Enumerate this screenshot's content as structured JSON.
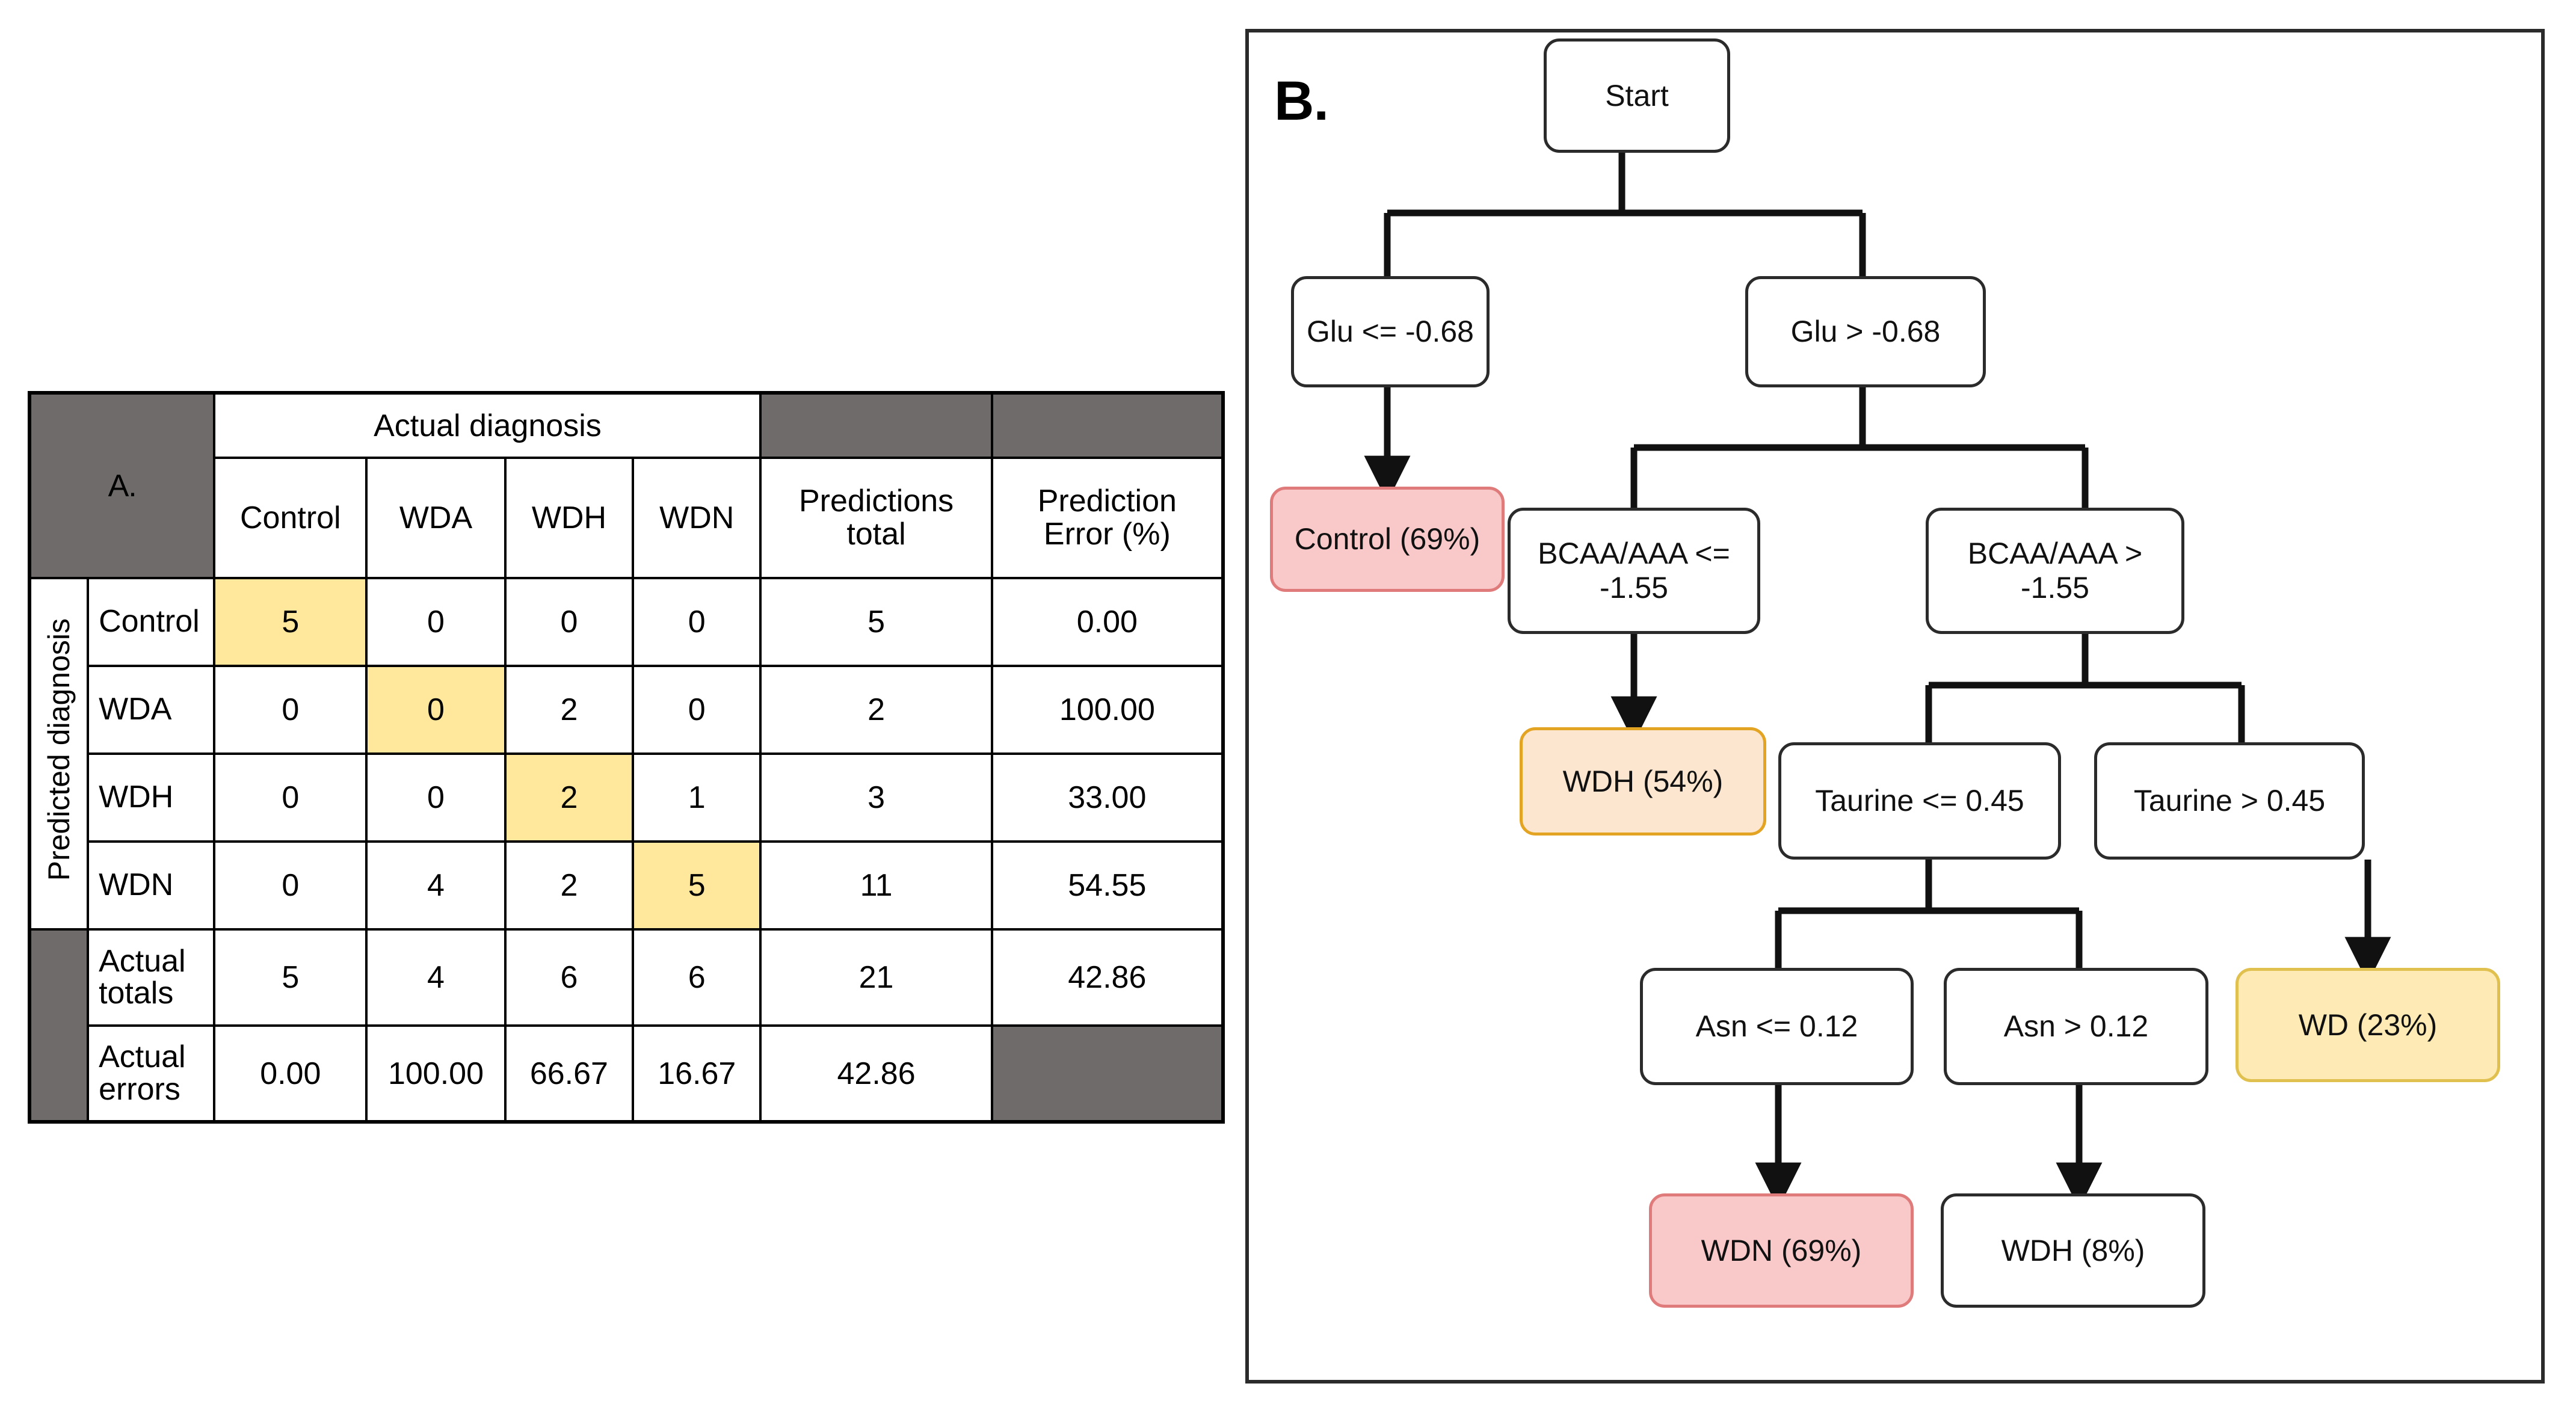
{
  "figure": {
    "panel_a_letter": "A.",
    "panel_b_letter": "B."
  },
  "colors": {
    "header_grey": "#6f6b6a",
    "diagonal_highlight": "#ffe79b",
    "leaf_red_fill": "#f9c9c9",
    "leaf_red_border": "#e07b7b",
    "leaf_orange_fill": "#fde6cf",
    "leaf_orange_border": "#e3a323",
    "leaf_yellow_fill": "#fdeab4",
    "leaf_yellow_border": "#e0c04e",
    "node_border": "#2b2b2b"
  },
  "table": {
    "super_header": "Actual diagnosis",
    "row_axis_label": "Predicted diagnosis",
    "column_headers": [
      "Control",
      "WDA",
      "WDH",
      "WDN",
      "Predictions total",
      "Prediction Error (%)"
    ],
    "column_headers_lines": {
      "predictions_total_l1": "Predictions",
      "predictions_total_l2": "total",
      "prediction_error_l1": "Prediction",
      "prediction_error_l2": "Error (%)"
    },
    "rows": [
      {
        "label": "Control",
        "cells": [
          "5",
          "0",
          "0",
          "0"
        ],
        "total": "5",
        "error": "0.00"
      },
      {
        "label": "WDA",
        "cells": [
          "0",
          "0",
          "2",
          "0"
        ],
        "total": "2",
        "error": "100.00"
      },
      {
        "label": "WDH",
        "cells": [
          "0",
          "0",
          "2",
          "1"
        ],
        "total": "3",
        "error": "33.00"
      },
      {
        "label": "WDN",
        "cells": [
          "0",
          "4",
          "2",
          "5"
        ],
        "total": "11",
        "error": "54.55"
      }
    ],
    "totals_row": {
      "label_l1": "Actual",
      "label_l2": "totals",
      "cells": [
        "5",
        "4",
        "6",
        "6"
      ],
      "total": "21",
      "error": "42.86"
    },
    "errors_row": {
      "label_l1": "Actual",
      "label_l2": "errors",
      "cells": [
        "0.00",
        "100.00",
        "66.67",
        "16.67"
      ],
      "total": "42.86",
      "error": ""
    }
  },
  "tree": {
    "nodes": [
      {
        "id": "start",
        "label": "Start",
        "kind": "decision"
      },
      {
        "id": "glu-le",
        "label": "Glu <= -0.68",
        "kind": "decision"
      },
      {
        "id": "glu-gt",
        "label": "Glu > -0.68",
        "kind": "decision"
      },
      {
        "id": "control-leaf",
        "label": "Control (69%)",
        "kind": "leaf-red"
      },
      {
        "id": "bcaa-le",
        "label": "BCAA/AAA <= -1.55",
        "kind": "decision"
      },
      {
        "id": "bcaa-gt",
        "label": "BCAA/AAA > -1.55",
        "kind": "decision"
      },
      {
        "id": "wdh54-leaf",
        "label": "WDH (54%)",
        "kind": "leaf-orange"
      },
      {
        "id": "taurine-le",
        "label": "Taurine <= 0.45",
        "kind": "decision"
      },
      {
        "id": "taurine-gt",
        "label": "Taurine > 0.45",
        "kind": "decision"
      },
      {
        "id": "asn-le",
        "label": "Asn <= 0.12",
        "kind": "decision"
      },
      {
        "id": "asn-gt",
        "label": "Asn > 0.12",
        "kind": "decision"
      },
      {
        "id": "wd23-leaf",
        "label": "WD (23%)",
        "kind": "leaf-yellow"
      },
      {
        "id": "wdn69-leaf",
        "label": "WDN (69%)",
        "kind": "leaf-red"
      },
      {
        "id": "wdh8-leaf",
        "label": "WDH (8%)",
        "kind": "decision"
      }
    ]
  }
}
